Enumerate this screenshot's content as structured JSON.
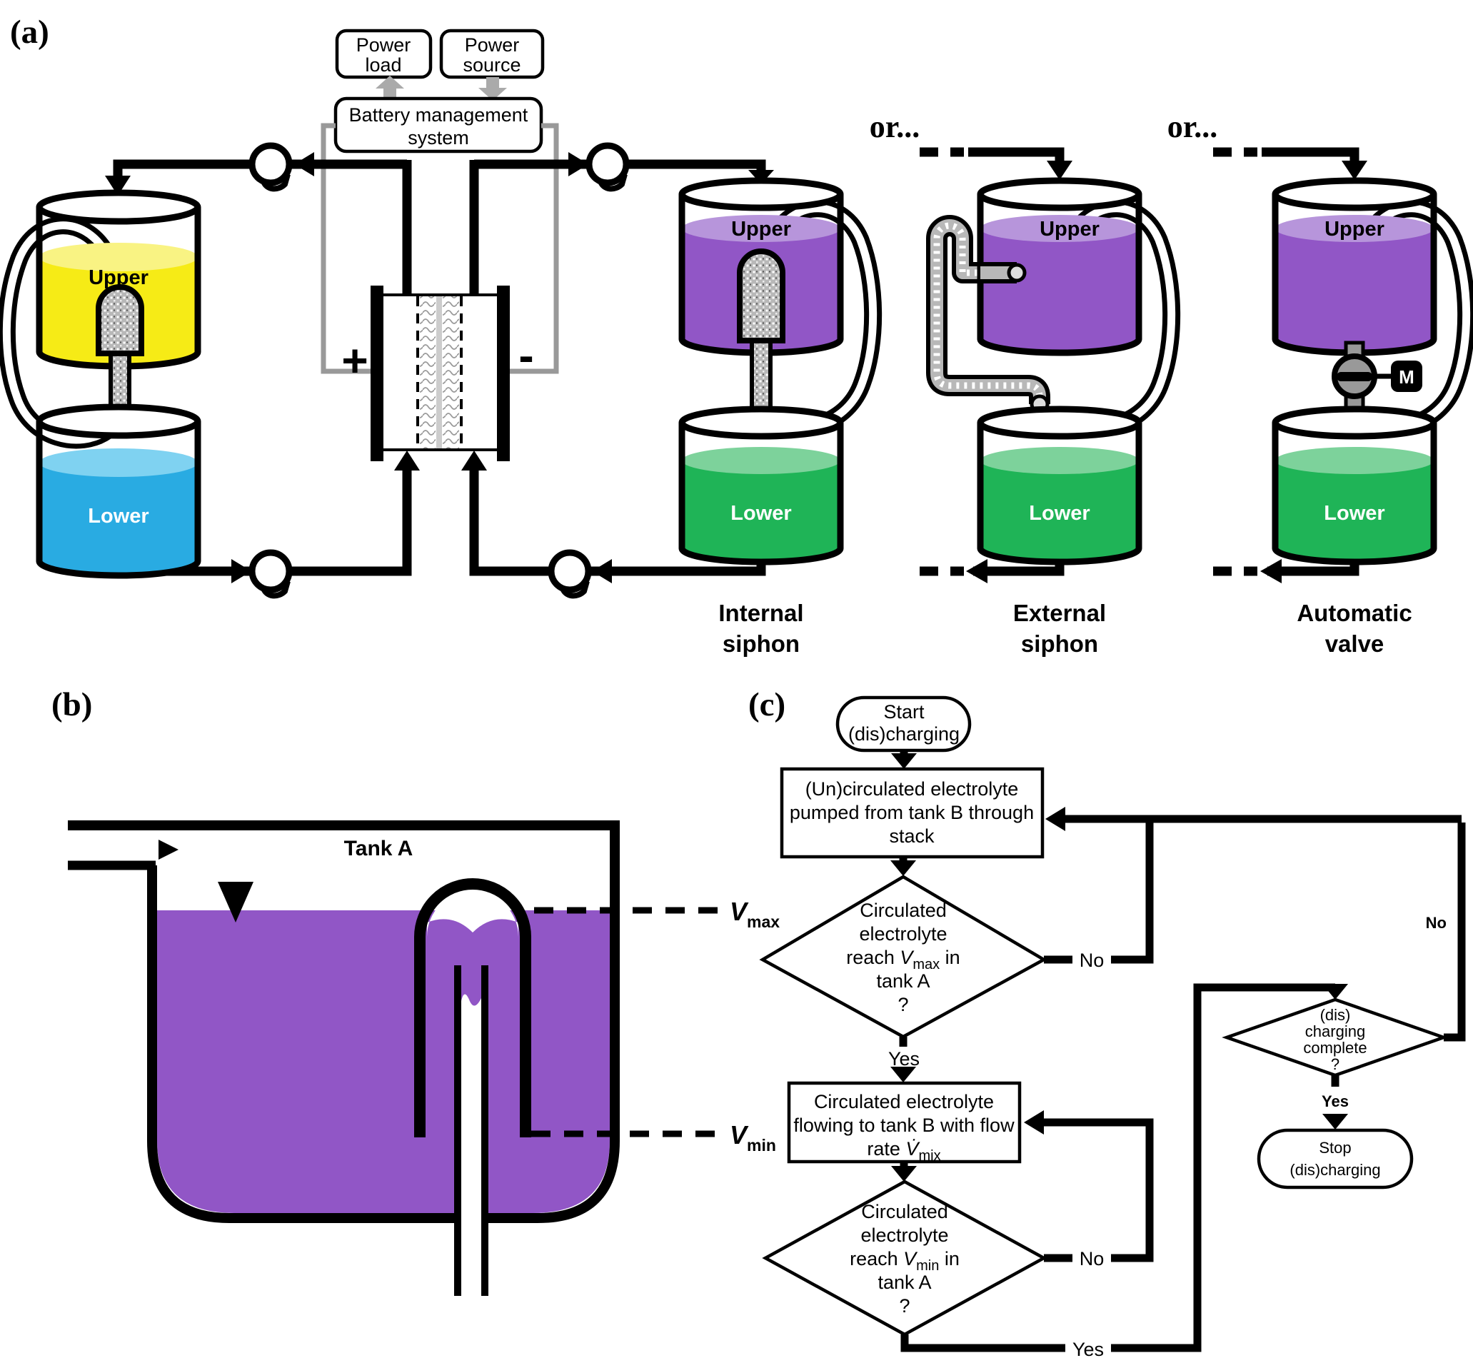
{
  "colors": {
    "yellow_body": "#F6EB16",
    "yellow_surface": "#F9F383",
    "blue_body": "#29ABE2",
    "blue_surface": "#7FD2F1",
    "purple_body": "#9156C6",
    "purple_surface": "#B795DB",
    "green_body": "#1FB457",
    "green_surface": "#7DD29B",
    "gray_arrow": "#AAAAAA",
    "gray_wire": "#999999",
    "tube_gray": "#B8B8B8",
    "line": "#000000"
  },
  "panel_a": {
    "label": "(a)",
    "power_load": [
      "Power",
      "load"
    ],
    "power_source": [
      "Power",
      "source"
    ],
    "bms": [
      "Battery management",
      "system"
    ],
    "stack": {
      "plus": "+",
      "minus": "-"
    },
    "or1": "or...",
    "or2": "or...",
    "sets": {
      "left": {
        "upper": "Upper",
        "lower": "Lower"
      },
      "internal": {
        "upper": "Upper",
        "lower": "Lower",
        "caption": [
          "Internal",
          "siphon"
        ]
      },
      "external": {
        "upper": "Upper",
        "lower": "Lower",
        "caption": [
          "External",
          "siphon"
        ]
      },
      "valve": {
        "upper": "Upper",
        "lower": "Lower",
        "caption": [
          "Automatic",
          "valve"
        ],
        "motor": "M"
      }
    }
  },
  "panel_b": {
    "label": "(b)",
    "tank_title": "Tank A",
    "vmax": {
      "sym": "V",
      "sub": "max"
    },
    "vmin": {
      "sym": "V",
      "sub": "min"
    }
  },
  "panel_c": {
    "label": "(c)",
    "start": [
      "Start",
      "(dis)charging"
    ],
    "pump_step": [
      "(Un)circulated electrolyte",
      "pumped from tank B through",
      "stack"
    ],
    "d1": {
      "l1": "Circulated",
      "l2": "electrolyte",
      "l3a": "reach ",
      "l3sym": "V",
      "l3sub": "max",
      "l3b": " in",
      "l4": "tank A",
      "l5": "?"
    },
    "flow_step": {
      "l1": "Circulated electrolyte",
      "l2": "flowing to tank B with flow",
      "l3a": "rate ",
      "l3sym": "V̇",
      "l3sub": "mix"
    },
    "d2": {
      "l1": "Circulated",
      "l2": "electrolyte",
      "l3a": "reach ",
      "l3sym": "V",
      "l3sub": "min",
      "l3b": " in",
      "l4": "tank A",
      "l5": "?"
    },
    "d3": [
      "(dis)",
      "charging",
      "complete",
      "?"
    ],
    "stop": [
      "Stop",
      "(dis)charging"
    ],
    "yes": "Yes",
    "no": "No"
  }
}
